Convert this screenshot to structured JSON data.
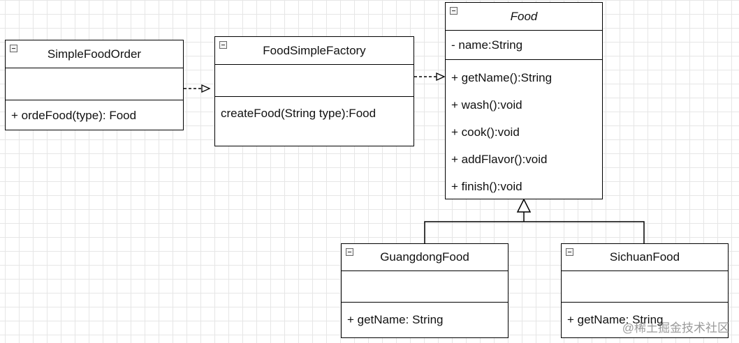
{
  "classes": {
    "simple_food_order": {
      "name": "SimpleFoodOrder",
      "attributes": [],
      "methods": [
        "+ ordeFood(type): Food"
      ]
    },
    "food_simple_factory": {
      "name": "FoodSimpleFactory",
      "attributes": [],
      "methods": [
        "createFood(String type):Food"
      ]
    },
    "food": {
      "name": "Food",
      "abstract": true,
      "attributes": [
        "- name:String"
      ],
      "methods": [
        "+ getName():String",
        "+ wash():void",
        "+ cook():void",
        "+ addFlavor():void",
        "+ finish():void"
      ]
    },
    "guangdong_food": {
      "name": "GuangdongFood",
      "attributes": [],
      "methods": [
        "+ getName: String"
      ]
    },
    "sichuan_food": {
      "name": "SichuanFood",
      "attributes": [],
      "methods": [
        "+ getName: String"
      ]
    }
  },
  "relations": [
    {
      "type": "dependency",
      "from": "SimpleFoodOrder",
      "to": "FoodSimpleFactory"
    },
    {
      "type": "dependency",
      "from": "FoodSimpleFactory",
      "to": "Food"
    },
    {
      "type": "generalization",
      "from": "GuangdongFood",
      "to": "Food"
    },
    {
      "type": "generalization",
      "from": "SichuanFood",
      "to": "Food"
    }
  ],
  "watermark": "@稀土掘金技术社区",
  "colors": {
    "line": "#000000",
    "grid": "#e6e6e6",
    "background": "#ffffff"
  }
}
